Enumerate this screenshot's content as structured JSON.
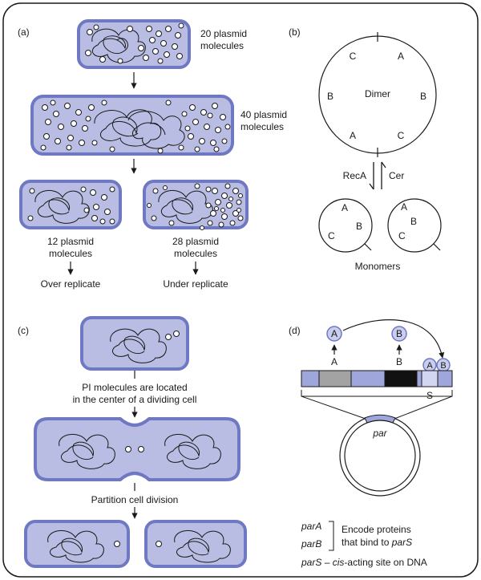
{
  "colors": {
    "cell_fill": "#b9bde3",
    "cell_border": "#6f78c2",
    "line": "#1a1a1a",
    "gray": "#a3a3a3",
    "black": "#111111",
    "par_band": "#9fa6dc",
    "protein": "#c9cdee"
  },
  "panel_a": {
    "label": "(a)",
    "top_count": "20 plasmid",
    "top_count2": "molecules",
    "mid_count": "40 plasmid",
    "mid_count2": "molecules",
    "left_count": "12 plasmid",
    "left_count2": "molecules",
    "right_count": "28 plasmid",
    "right_count2": "molecules",
    "left_result": "Over replicate",
    "right_result": "Under replicate"
  },
  "panel_b": {
    "label": "(b)",
    "dimer": "Dimer",
    "site_c": "C",
    "site_a": "A",
    "site_b": "B",
    "reca": "RecA",
    "cer": "Cer",
    "monomers": "Monomers"
  },
  "panel_c": {
    "label": "(c)",
    "note_line1": "PI molecules are located",
    "note_line2": "in the center of a dividing cell",
    "partition": "Partition cell division"
  },
  "panel_d": {
    "label": "(d)",
    "protein_a": "A",
    "protein_b": "B",
    "gene_a": "A",
    "gene_b": "B",
    "site_s": "S",
    "par": "par",
    "par_a": "parA",
    "par_b": "parB",
    "encode1": "Encode proteins",
    "encode2": "that bind to",
    "encode2_it": "parS",
    "pars": "parS",
    "pars_dash": "–",
    "pars_desc_it": "cis",
    "pars_desc": "-acting site on DNA"
  }
}
